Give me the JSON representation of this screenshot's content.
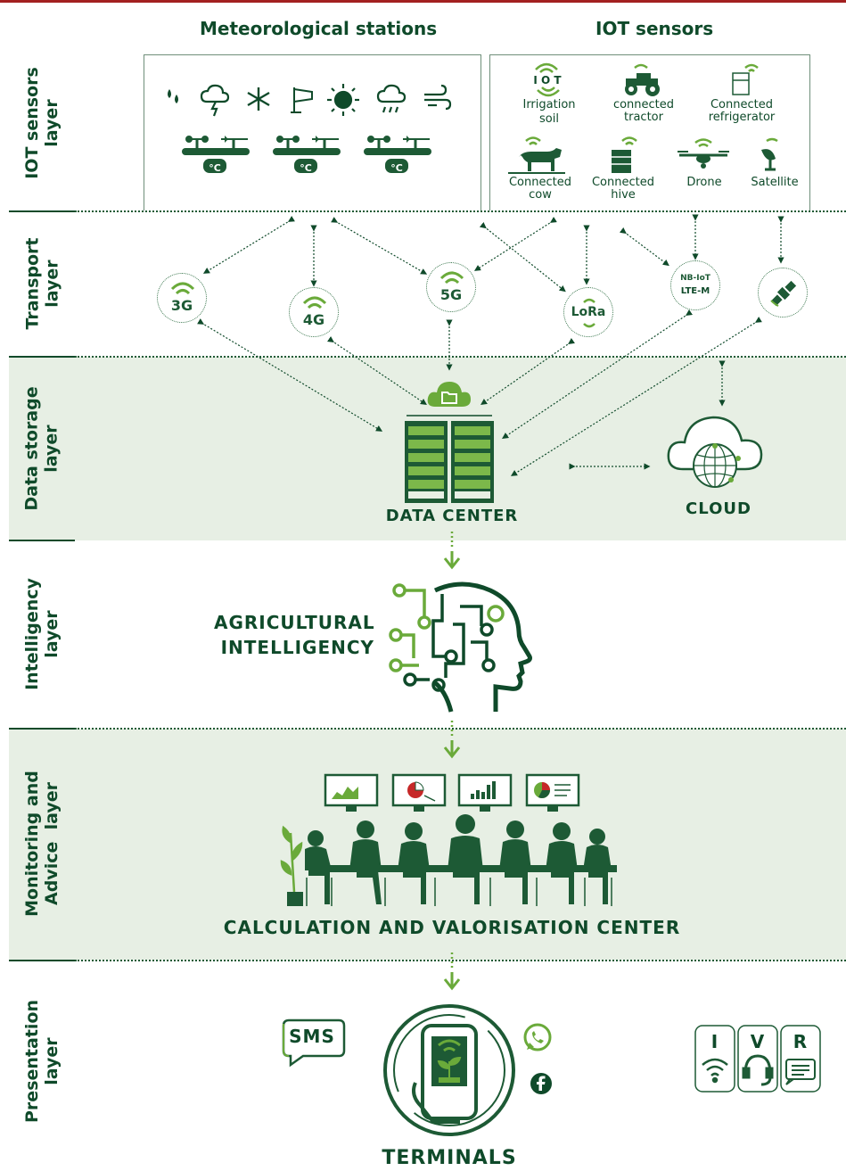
{
  "colors": {
    "dark_green": "#0f4a2a",
    "light_green": "#6aaa3a",
    "band_shade": "#e7efe4",
    "top_rule": "#a32020"
  },
  "layers": {
    "iot": "IOT sensors\nlayer",
    "transport": "Transport\nlayer",
    "storage": "Data storage\nlayer",
    "intelligence": "Intelligency\nlayer",
    "monitoring": "Monitoring and\nAdvice  layer",
    "presentation": "Presentation\nlayer"
  },
  "sections": {
    "meteo_title": "Meteorological stations",
    "iot_title": "IOT sensors"
  },
  "meteo_icons": [
    "raindrops-icon",
    "storm-cloud-icon",
    "snowflake-icon",
    "windsock-icon",
    "sun-icon",
    "rain-cloud-icon",
    "wind-icon"
  ],
  "stations": [
    {
      "unit": "°C"
    },
    {
      "unit": "°C"
    },
    {
      "unit": "°C"
    }
  ],
  "iot_sensors": {
    "irrigation": {
      "tag": "I O T",
      "label1": "Irrigation",
      "label2": "soil"
    },
    "tractor": {
      "label1": "connected",
      "label2": "tractor"
    },
    "fridge": {
      "label1": "Connected",
      "label2": "refrigerator"
    },
    "cow": {
      "label1": "Connected",
      "label2": "cow"
    },
    "hive": {
      "label1": "Connected",
      "label2": "hive"
    },
    "drone": {
      "label1": "Drone"
    },
    "satellite": {
      "label1": "Satellite"
    }
  },
  "networks": {
    "n3g": "3G",
    "n4g": "4G",
    "n5g": "5G",
    "lora": "LoRa",
    "nbiot": "NB-IoT",
    "ltem": "LTE-M"
  },
  "storage": {
    "datacenter": "DATA CENTER",
    "cloud": "CLOUD"
  },
  "intelligence": {
    "line1": "AGRICULTURAL",
    "line2": "INTELLIGENCY"
  },
  "monitoring": {
    "title": "CALCULATION AND VALORISATION CENTER"
  },
  "presentation": {
    "sms": "SMS",
    "ivr": [
      "I",
      "V",
      "R"
    ],
    "terminals": "TERMINALS"
  }
}
